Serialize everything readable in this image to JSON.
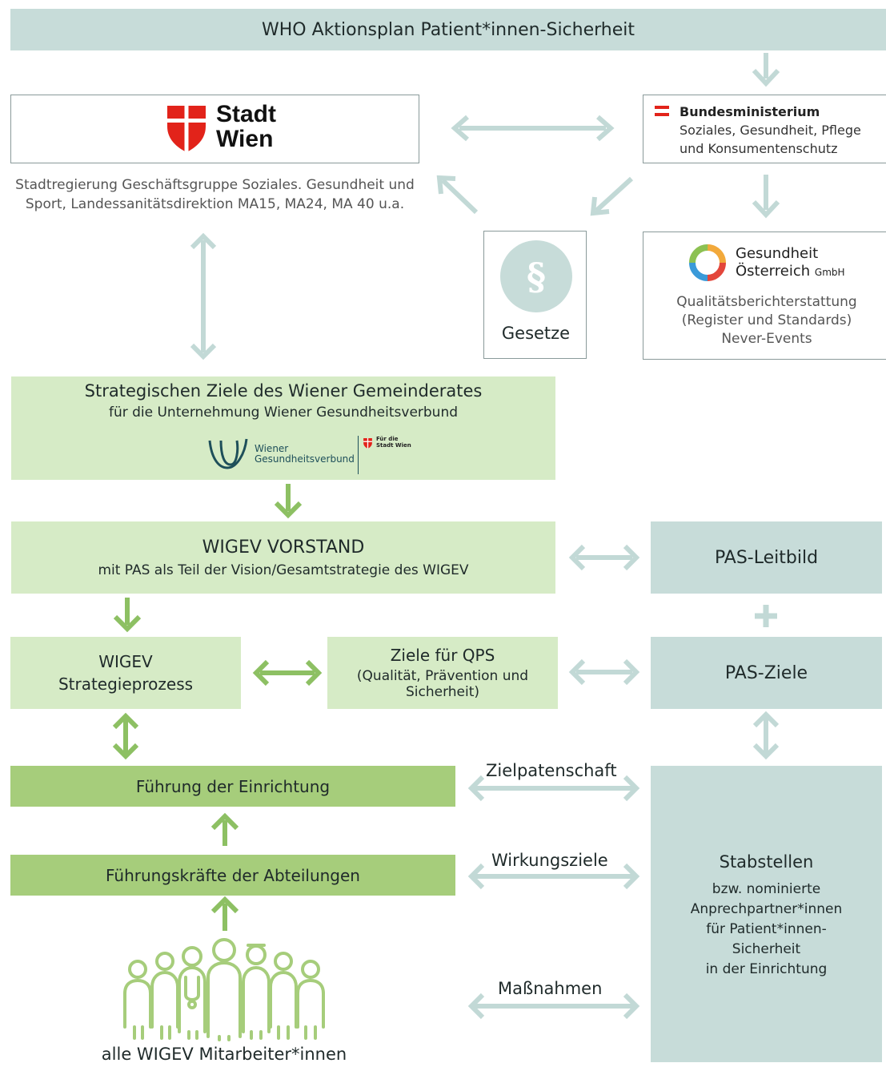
{
  "who_banner": "WHO Aktionsplan Patient*innen-Sicherheit",
  "stadt_wien": {
    "logo_line1": "Stadt",
    "logo_line2": "Wien",
    "caption_line1": "Stadtregierung Geschäftsgruppe Soziales. Gesundheit und",
    "caption_line2": "Sport, Landessanitätsdirektion MA15, MA24, MA 40 u.a."
  },
  "ministry": {
    "line1": "Bundesministerium",
    "line2": "Soziales, Gesundheit, Pflege",
    "line3": "und Konsumentenschutz"
  },
  "gesetze": {
    "symbol": "§",
    "label": "Gesetze"
  },
  "goeg": {
    "logo_line1": "Gesundheit",
    "logo_line2": "Österreich",
    "logo_suffix": "GmbH",
    "line1": "Qualitätsberichterstattung",
    "line2": "(Register und Standards)",
    "line3": "Never-Events"
  },
  "strategic_goals": {
    "title": "Strategischen Ziele des Wiener Gemeinderates",
    "subtitle": "für die Unternehmung Wiener Gesundheitsverbund",
    "logo_text1": "Wiener",
    "logo_text2": "Gesundheitsverbund",
    "logo_small1": "Für die",
    "logo_small2": "Stadt Wien"
  },
  "vorstand": {
    "title": "WIGEV VORSTAND",
    "subtitle": "mit PAS als Teil der Vision/Gesamtstrategie des WIGEV"
  },
  "pas_leitbild": "PAS-Leitbild",
  "plus": "+",
  "strategieprozess": {
    "line1": "WIGEV",
    "line2": "Strategieprozess"
  },
  "ziele_qps": {
    "title": "Ziele für QPS",
    "line1": "(Qualität, Prävention und",
    "line2": "Sicherheit)"
  },
  "pas_ziele": "PAS-Ziele",
  "fuehrung_einrichtung": "Führung der Einrichtung",
  "fuehrungskraefte": "Führungskräfte der Abteilungen",
  "arrow_labels": {
    "zielpatenschaft": "Zielpatenschaft",
    "wirkungsziele": "Wirkungsziele",
    "massnahmen": "Maßnahmen"
  },
  "stabstellen": {
    "title": "Stabstellen",
    "line1": "bzw. nominierte",
    "line2": "Anprechpartner*innen",
    "line3": "für Patient*innen-",
    "line4": "Sicherheit",
    "line5": "in der Einrichtung"
  },
  "mitarbeiter_caption": "alle WIGEV Mitarbeiter*innen",
  "colors": {
    "blue_box": "#c7dcd9",
    "light_green_box": "#d6ebc6",
    "dark_green_box": "#a6cd7b",
    "green_arrow": "#8dc063",
    "blue_arrow": "#c2d9d6",
    "stadt_wien_red": "#e2231a"
  }
}
